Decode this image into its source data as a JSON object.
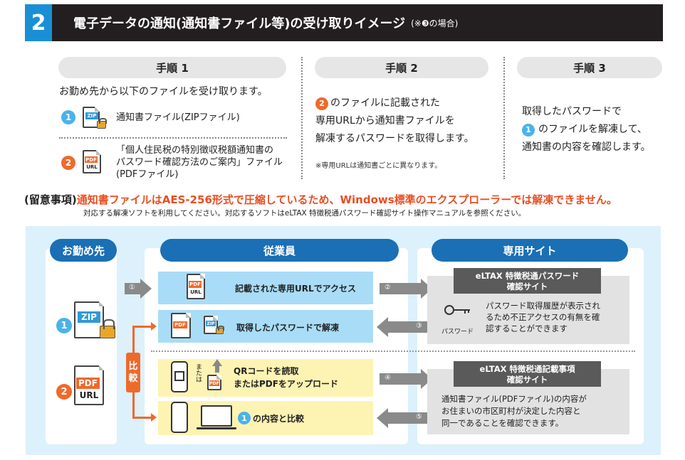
{
  "header": {
    "number": "2",
    "title": "電子データの通知(通知書ファイル等)の受け取りイメージ",
    "subtitle": "(※❸の場合)"
  },
  "steps": [
    {
      "label": "手順 1"
    },
    {
      "label": "手順 2"
    },
    {
      "label": "手順 3"
    }
  ],
  "step1": {
    "intro": "お勤め先から以下のファイルを受け取ります。",
    "item1_num": "1",
    "item1_icon": "ZIP",
    "item1_text": "通知書ファイル(ZIPファイル)",
    "item2_num": "2",
    "item2_icon_top": "PDF",
    "item2_icon_bottom": "URL",
    "item2_line1": "「個人住民税の特別徴収税額通知書の",
    "item2_line2": "パスワード確認方法のご案内」ファイル",
    "item2_line3": "(PDFファイル)"
  },
  "step2": {
    "num": "2",
    "line1": "のファイルに記載された",
    "line2": "専用URLから通知書ファイルを",
    "line3": "解凍するパスワードを取得します。",
    "note": "※専用URLは通知書ごとに異なります。"
  },
  "step3": {
    "line1": "取得したパスワードで",
    "num": "1",
    "line2": "のファイルを解凍して、",
    "line3": "通知書の内容を確認します。"
  },
  "caution": {
    "prefix": "(留意事項)",
    "main": "通知書ファイルはAES-256形式で圧縮しているため、Windows標準のエクスプローラーでは解凍できません。",
    "sub": "対応する解凍ソフトを利用してください。対応するソフトはeLTAX 特徴税通パスワード確認サイト操作マニュアルを参照ください。"
  },
  "diagram": {
    "col1": "お勤め先",
    "col2": "従業員",
    "col3": "専用サイト",
    "left_zip_num": "1",
    "left_zip_label": "ZIP",
    "left_pdf_num": "2",
    "left_pdf_top": "PDF",
    "left_pdf_bottom": "URL",
    "row1": "記載された専用URLでアクセス",
    "row2": "取得したパスワードで解凍",
    "row3_line1": "QRコードを読取",
    "row3_line2": "またはPDFをアップロード",
    "row4_num": "1",
    "row4": "の内容と比較",
    "mataha": "または",
    "hikaku1": "比",
    "hikaku2": "較",
    "arrows": [
      "①",
      "②",
      "③",
      "④",
      "⑤"
    ],
    "site1_title1": "eLTAX 特徴税通パスワード",
    "site1_title2": "確認サイト",
    "site1_body1": "パスワード取得履歴が表示され",
    "site1_body2": "るため不正アクセスの有無を確",
    "site1_body3": "認することができます",
    "key_label": "パスワード",
    "site2_title1": "eLTAX 特徴税通記載事項",
    "site2_title2": "確認サイト",
    "site2_body1": "通知書ファイル(PDFファイル)の内容が",
    "site2_body2": "お住まいの市区町村が決定した内容と",
    "site2_body3": "同一であることを確認できます。",
    "file_pdf": "PDF",
    "file_url": "URL",
    "file_zip": "ZIP"
  }
}
